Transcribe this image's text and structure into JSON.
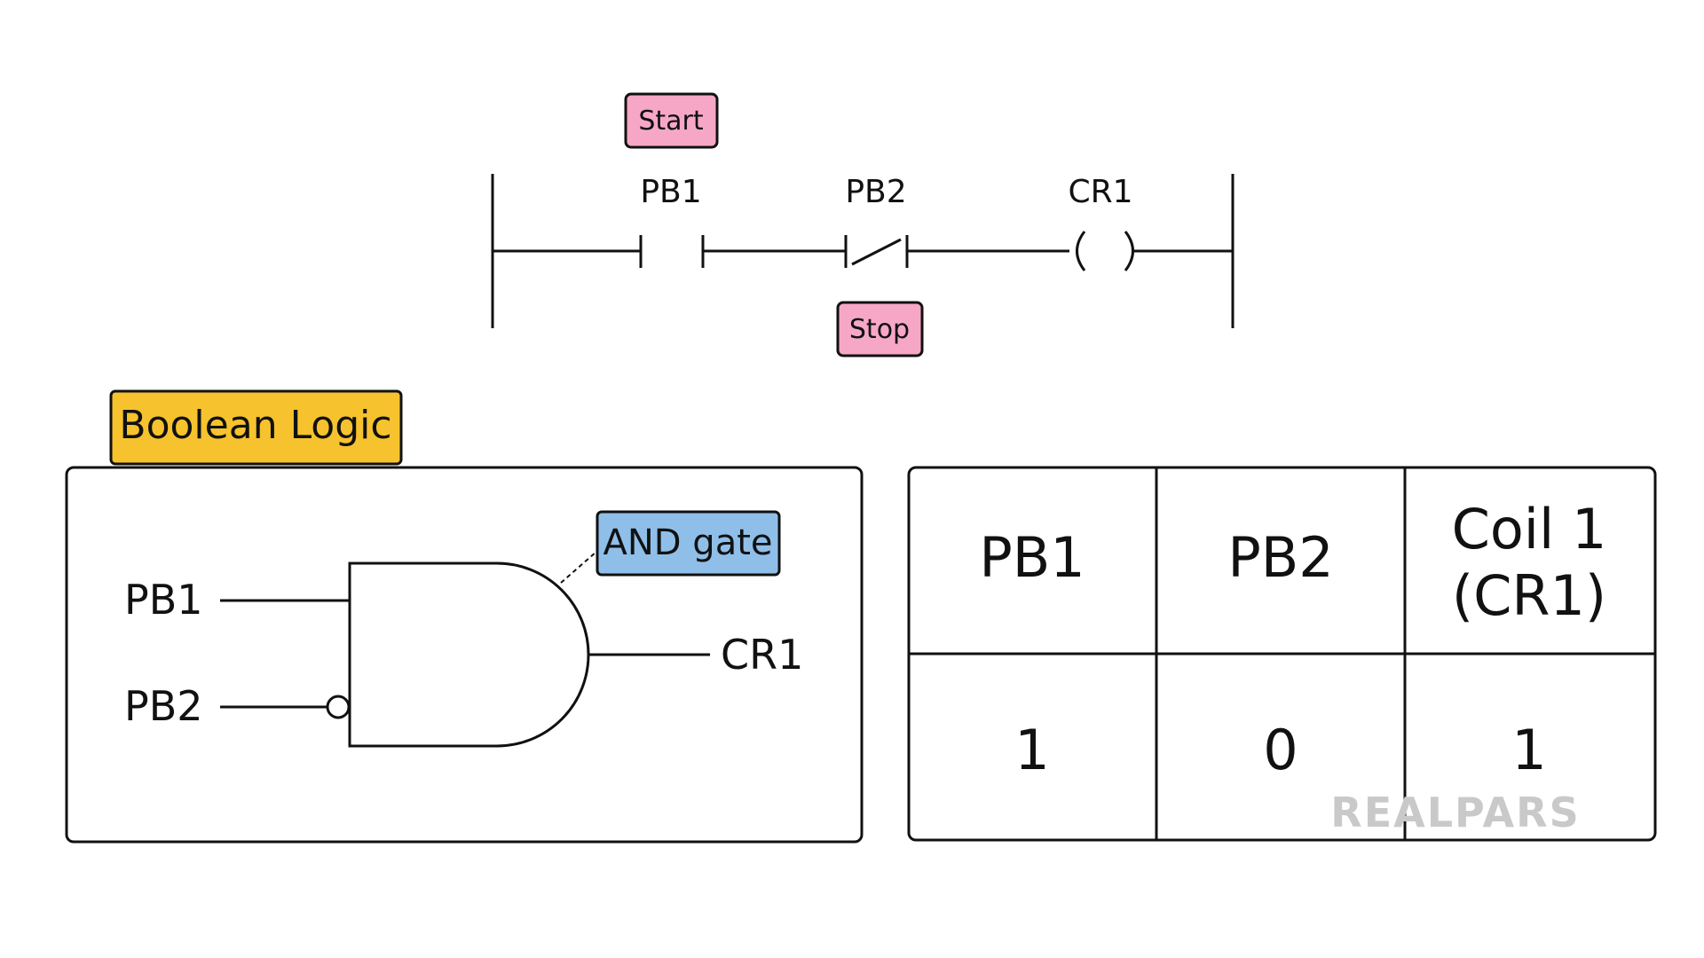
{
  "ladder": {
    "start_tag": "Start",
    "stop_tag": "Stop",
    "pb1_label": "PB1",
    "pb2_label": "PB2",
    "cr1_label": "CR1"
  },
  "boolean": {
    "title_tag": "Boolean Logic",
    "gate_tag": "AND gate",
    "input1": "PB1",
    "input2": "PB2",
    "output": "CR1"
  },
  "truth_table": {
    "headers": [
      "PB1",
      "PB2",
      "Coil 1",
      "(CR1)"
    ],
    "row": [
      "1",
      "0",
      "1"
    ]
  },
  "watermark": "REALPARS",
  "colors": {
    "pink_tag": "#f7a7c6",
    "yellow_tag": "#f6c22d",
    "blue_tag": "#8fbfe9"
  }
}
